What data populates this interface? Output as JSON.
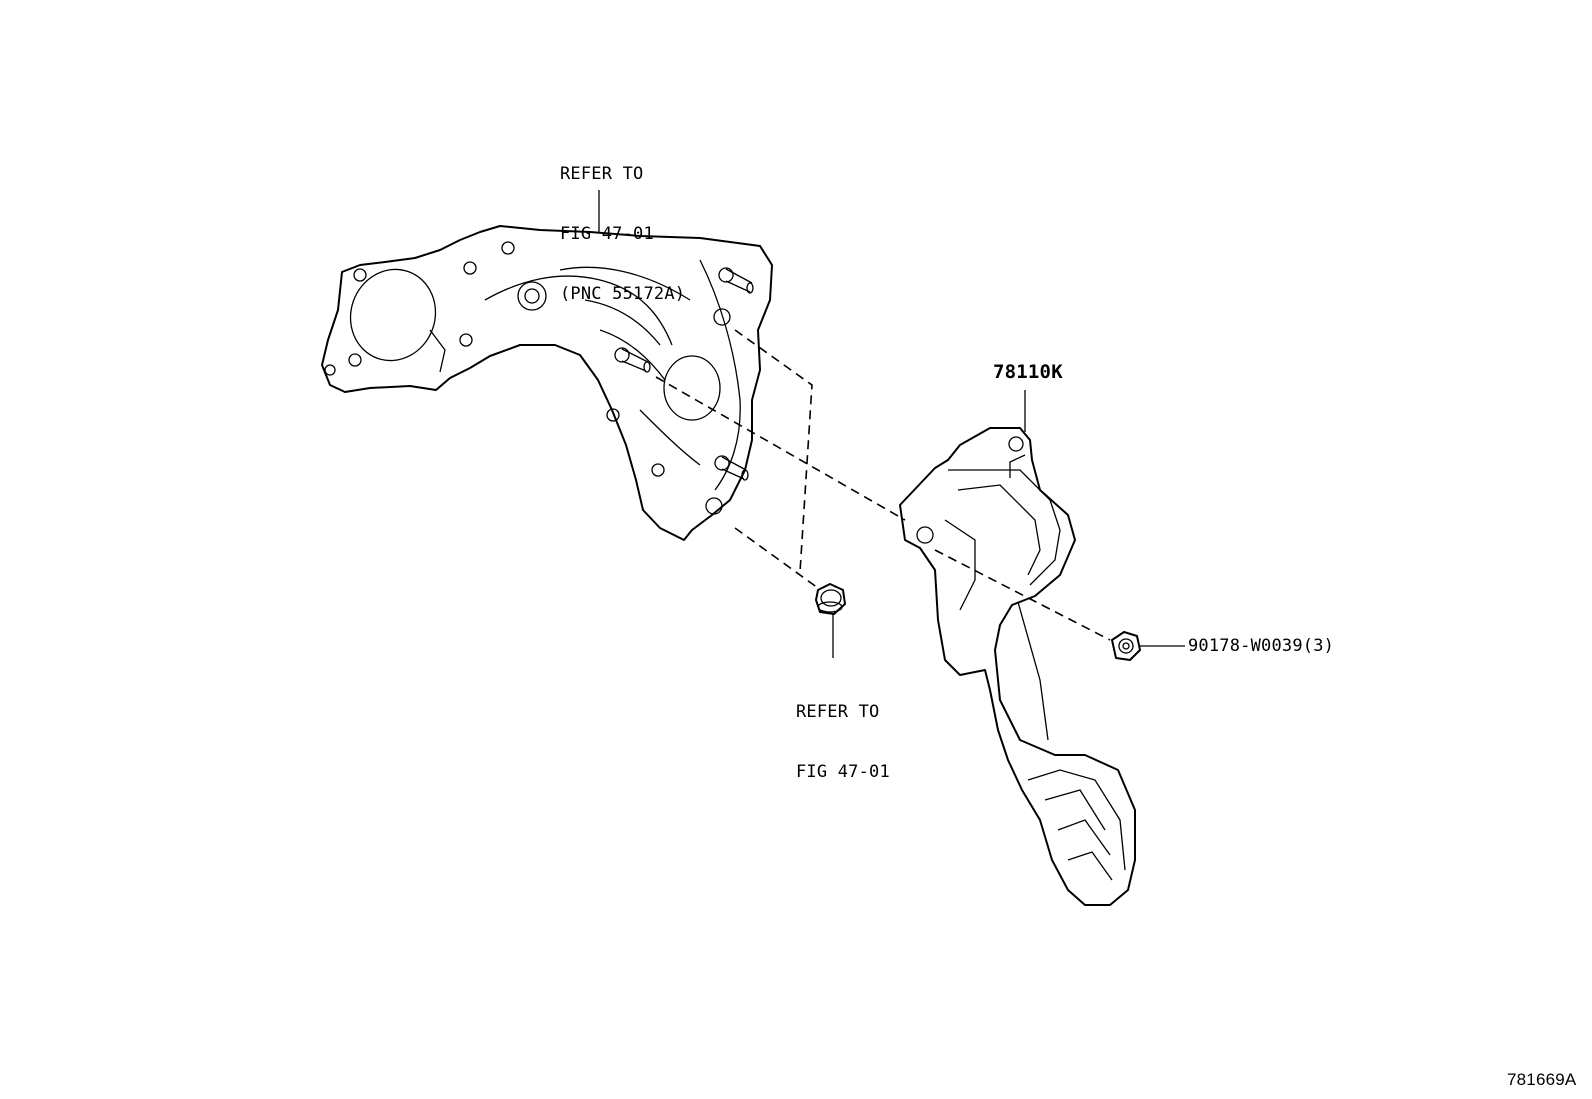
{
  "callouts": {
    "bracket_ref": [
      "REFER TO",
      "FIG 47-01",
      "(PNC 55172A)"
    ],
    "nut_ref": [
      "REFER TO",
      "FIG 47-01"
    ],
    "pedal_part": "78110K",
    "nut_part": "90178-W0039(3)"
  },
  "diagram_id": "781669A",
  "parts": {
    "bracket": "pedal-bracket",
    "pedal": "accelerator-pedal-assembly",
    "nut_small": "flange-nut",
    "nut_pedal": "hex-nut"
  }
}
